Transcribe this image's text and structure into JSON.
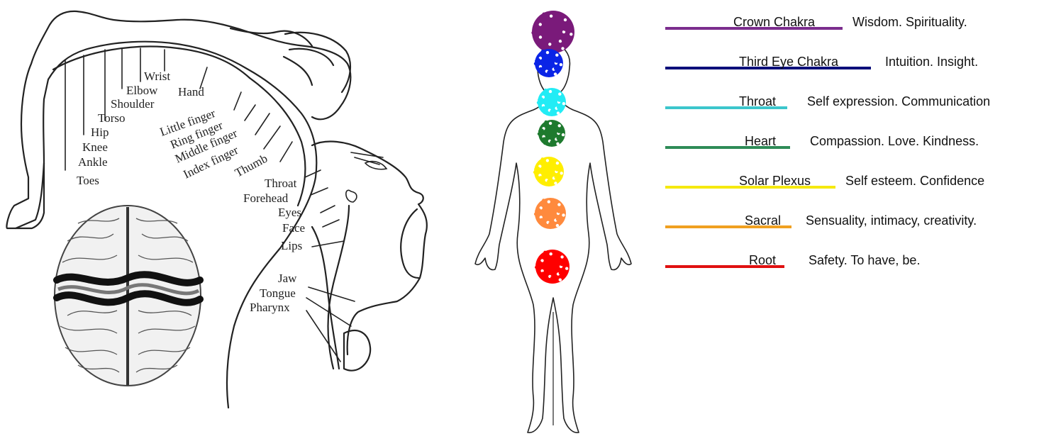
{
  "homunculus": {
    "labels": {
      "wrist": "Wrist",
      "elbow": "Elbow",
      "hand": "Hand",
      "shoulder": "Shoulder",
      "torso": "Torso",
      "hip": "Hip",
      "knee": "Knee",
      "ankle": "Ankle",
      "toes": "Toes",
      "little_finger": "Little finger",
      "ring_finger": "Ring finger",
      "middle_finger": "Middle finger",
      "index_finger": "Index finger",
      "thumb": "Thumb",
      "throat": "Throat",
      "forehead": "Forehead",
      "eyes": "Eyes",
      "face": "Face",
      "lips": "Lips",
      "jaw": "Jaw",
      "tongue": "Tongue",
      "pharynx": "Pharynx"
    }
  },
  "chakras": [
    {
      "name": "Crown Chakra",
      "meaning": "Wisdom. Spirituality.",
      "color": "#7b2d8e"
    },
    {
      "name": "Third Eye Chakra",
      "meaning": "Intuition.  Insight.",
      "color": "#0a0f7a"
    },
    {
      "name": "Throat",
      "meaning": "Self expression. Communication",
      "color": "#3cc6cc"
    },
    {
      "name": "Heart",
      "meaning": "Compassion.  Love. Kindness.",
      "color": "#2e8b57"
    },
    {
      "name": "Solar Plexus",
      "meaning": "Self esteem. Confidence",
      "color": "#f5e90f"
    },
    {
      "name": "Sacral",
      "meaning": "Sensuality, intimacy, creativity.",
      "color": "#f0a020"
    },
    {
      "name": "Root",
      "meaning": "Safety. To have, be.",
      "color": "#e01010"
    }
  ],
  "chakra_dot_colors": {
    "crown": "#7a1a7a",
    "third_eye": "#0a24e6",
    "throat": "#22ecf5",
    "heart": "#1e7a2e",
    "solar_plexus": "#ffee00",
    "sacral": "#ff8a3d",
    "root": "#ff0000"
  }
}
